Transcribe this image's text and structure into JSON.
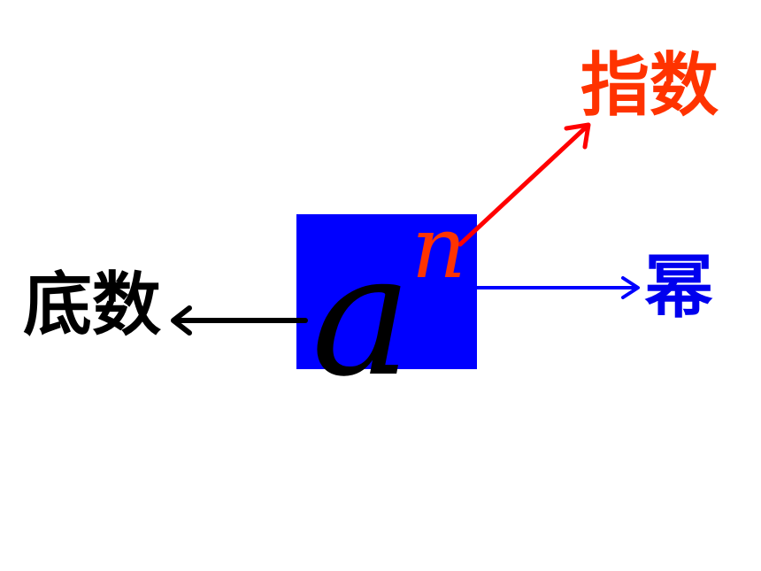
{
  "diagram": {
    "base_symbol": "a",
    "exponent_symbol": "n",
    "labels": {
      "base": "底数",
      "exponent": "指数",
      "power": "幂"
    }
  },
  "colors": {
    "box_fill": "#0000ff",
    "base_text": "#000000",
    "base_arrow": "#000000",
    "exponent_text": "#ff3300",
    "exponent_arrow": "#ff0000",
    "power_text": "#0000ee",
    "power_arrow": "#0000ff"
  }
}
